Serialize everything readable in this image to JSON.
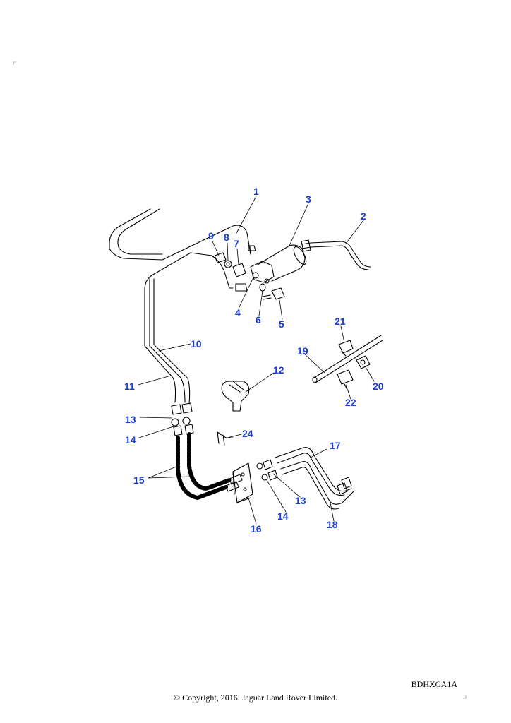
{
  "diagram": {
    "reference_code": "BDHXCA1A",
    "copyright": "© Copyright, 2016. Jaguar Land Rover Limited.",
    "callouts": [
      "1",
      "2",
      "3",
      "4",
      "5",
      "6",
      "7",
      "8",
      "9",
      "10",
      "11",
      "12",
      "13",
      "14",
      "15",
      "16",
      "17",
      "18",
      "19",
      "20",
      "21",
      "22",
      "13",
      "14",
      "24"
    ]
  },
  "colors": {
    "callout": "#1a3fd6",
    "line": "#000000"
  }
}
